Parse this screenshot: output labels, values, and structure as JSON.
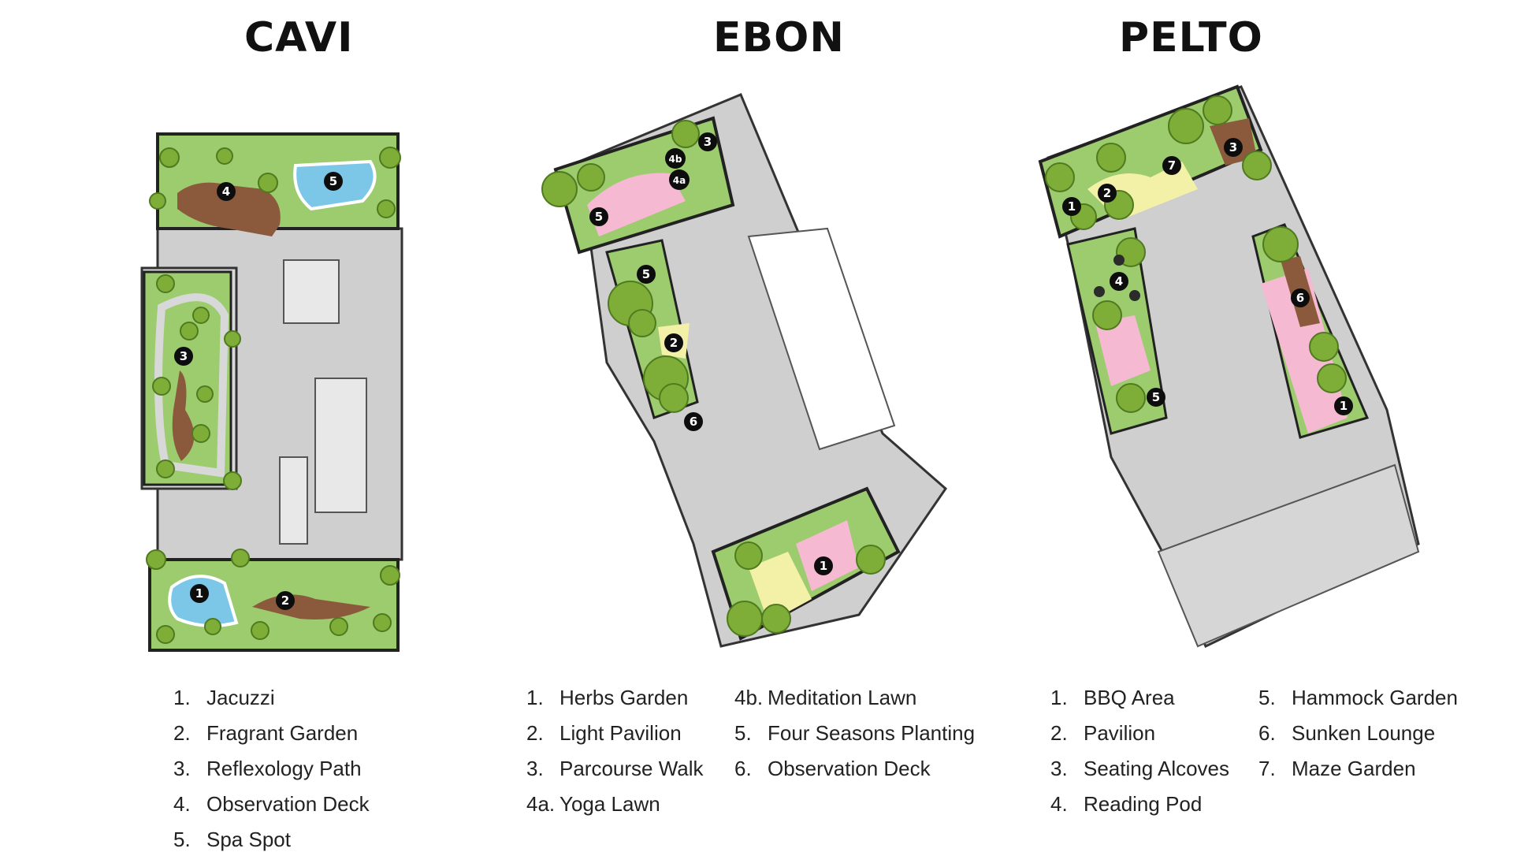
{
  "titles": {
    "cavi": "CAVI",
    "ebon": "EBON",
    "pelto": "PELTO"
  },
  "markers": {
    "cavi": [
      "1",
      "2",
      "3",
      "4",
      "5"
    ],
    "ebon": [
      "1",
      "2",
      "3",
      "4a",
      "4b",
      "5",
      "5",
      "6"
    ],
    "pelto": [
      "1",
      "1",
      "2",
      "3",
      "4",
      "5",
      "6",
      "7"
    ]
  },
  "legend": {
    "cavi": [
      {
        "num": "1.",
        "label": "Jacuzzi"
      },
      {
        "num": "2.",
        "label": "Fragrant Garden"
      },
      {
        "num": "3.",
        "label": "Reflexology Path"
      },
      {
        "num": "4.",
        "label": "Observation Deck"
      },
      {
        "num": "5.",
        "label": "Spa Spot"
      }
    ],
    "ebon_col1": [
      {
        "num": "1.",
        "label": "Herbs Garden"
      },
      {
        "num": "2.",
        "label": "Light Pavilion"
      },
      {
        "num": "3.",
        "label": "Parcourse Walk"
      },
      {
        "num": "4a.",
        "label": "Yoga Lawn"
      }
    ],
    "ebon_col2": [
      {
        "num": "4b.",
        "label": "Meditation Lawn"
      },
      {
        "num": "5.",
        "label": "Four Seasons Planting"
      },
      {
        "num": "6.",
        "label": "Observation Deck"
      }
    ],
    "pelto_col1": [
      {
        "num": "1.",
        "label": "BBQ Area"
      },
      {
        "num": "2.",
        "label": "Pavilion"
      },
      {
        "num": "3.",
        "label": "Seating Alcoves"
      },
      {
        "num": "4.",
        "label": "Reading Pod"
      }
    ],
    "pelto_col2": [
      {
        "num": "5.",
        "label": "Hammock Garden"
      },
      {
        "num": "6.",
        "label": "Sunken Lounge"
      },
      {
        "num": "7.",
        "label": "Maze Garden"
      }
    ]
  },
  "colors": {
    "lawn": "#9ccc6e",
    "deck": "#8b5a3c",
    "water": "#7cc7e8",
    "pink": "#f5b9d2",
    "building": "#cfcfcf",
    "path": "#d8d8d8",
    "tree": "#7fae38"
  }
}
